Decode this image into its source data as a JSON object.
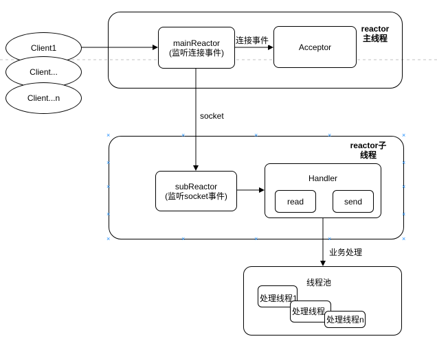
{
  "clients": {
    "client1": "Client1",
    "client_mid": "Client...",
    "client_n": "Client...n"
  },
  "main_group": {
    "title_line1": "reactor",
    "title_line2": "主线程",
    "main_reactor_line1": "mainReactor",
    "main_reactor_line2": "(监听连接事件)",
    "acceptor": "Acceptor",
    "edge_connect": "连接事件"
  },
  "edge_socket": "socket",
  "sub_group": {
    "title_line1": "reactor子",
    "title_line2": "线程",
    "sub_reactor_line1": "subReactor",
    "sub_reactor_line2": "(监听socket事件)",
    "handler": "Handler",
    "read": "read",
    "send": "send"
  },
  "edge_business": "业务处理",
  "pool": {
    "title": "线程池",
    "thread1": "处理线程1",
    "thread2": "处理线程",
    "thread_n": "处理线程n"
  },
  "colors": {
    "stroke": "#000000",
    "selection_handles": "#1a8cff",
    "dashed_guide": "#c0c0c0"
  }
}
